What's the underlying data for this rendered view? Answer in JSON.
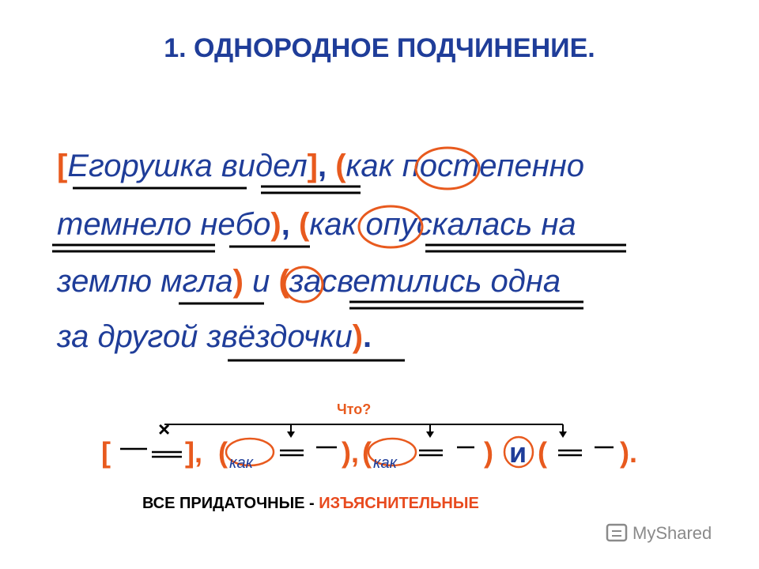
{
  "title": "1. ОДНОРОДНОЕ ПОДЧИНЕНИЕ.",
  "sentence": {
    "line1": {
      "b1": "[",
      "w1": "Егорушка",
      "w2": "видел",
      "b2": "]",
      "comma": ",",
      "b3": "(",
      "w3": "как",
      "w4": "постепенно"
    },
    "line2": {
      "w1": "темнело",
      "w2": "небо",
      "b1": ")",
      "comma": ",",
      "b2": "(",
      "w3": "как",
      "w4": "опускалась",
      "w5": "на"
    },
    "line3": {
      "w1": "землю",
      "w2": "мгла",
      "b1": ")",
      "w3": "и",
      "b2": "(",
      "w4": "засветились",
      "w5": "одна"
    },
    "line4": {
      "w1": "за",
      "w2": "другой",
      "w3": "звёздочки",
      "b1": ")",
      "dot": "."
    }
  },
  "scheme": {
    "question": "Что?",
    "open": "[",
    "close_main": "],",
    "p1_open": "(",
    "kak1": "как",
    "p1_close": "),",
    "p2_open": "(",
    "kak2": "как",
    "p2_close": ")",
    "conj": "и",
    "p3_open": "(",
    "p3_close": ").",
    "cross": "×"
  },
  "summary": {
    "left": "ВСЕ ПРИДАТОЧНЫЕ -",
    "right": "ИЗЪЯСНИТЕЛЬНЫЕ"
  },
  "watermark": "MyShared",
  "colors": {
    "blue": "#1f3d99",
    "orange": "#e85a1e",
    "gray": "#8a8a8a"
  }
}
